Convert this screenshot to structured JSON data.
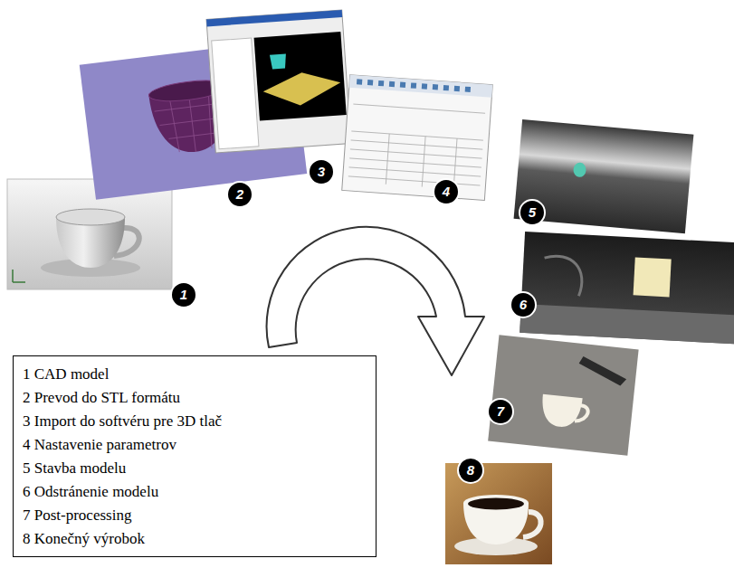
{
  "diagram": {
    "nodes": [
      {
        "text": [
          "1 CAD model",
          "2 Prevod do STL formátu",
          "3 Import do softvéru pre 3D tlač",
          "4 Nastavenie parametrov",
          "5 Stavba modelu",
          "6 Odstránenie modelu",
          "7 Post-processing",
          "8 Konečný výrobok"
        ]
      }
    ],
    "labels": [
      "1",
      "2",
      "3",
      "4",
      "5",
      "6",
      "7",
      "8"
    ]
  }
}
